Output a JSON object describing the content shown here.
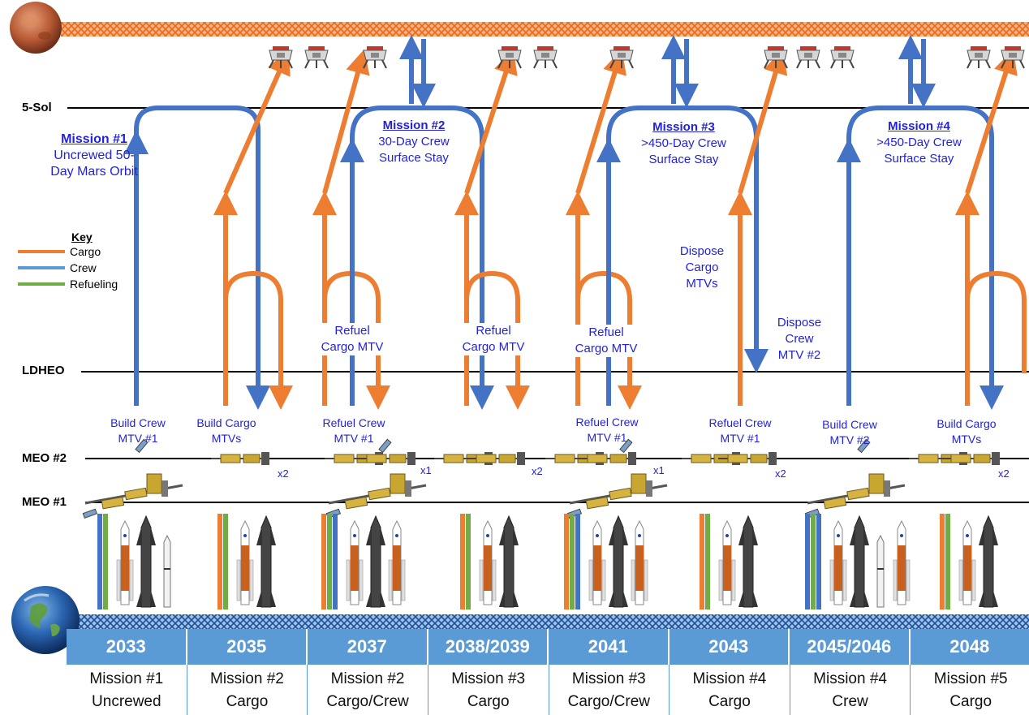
{
  "colors": {
    "cargo": "#ed7d31",
    "crew": "#4472c4",
    "refueling": "#70ad47",
    "year_bar": "#5b9bd5",
    "label_text": "#2222dd"
  },
  "orbits": {
    "top": "5-Sol",
    "ldheo": "LDHEO",
    "meo2": "MEO #2",
    "meo1": "MEO #1"
  },
  "key": {
    "title": "Key",
    "cargo": "Cargo",
    "crew": "Crew",
    "refueling": "Refueling"
  },
  "missions": [
    {
      "title": "Mission #1",
      "line1": "Uncrewed 50-",
      "line2": "Day Mars Orbit"
    },
    {
      "title": "Mission #2",
      "line1": "30-Day Crew",
      "line2": "Surface Stay"
    },
    {
      "title": "Mission #3",
      "line1": ">450-Day Crew",
      "line2": "Surface Stay"
    },
    {
      "title": "Mission #4",
      "line1": ">450-Day Crew",
      "line2": "Surface Stay"
    }
  ],
  "mid_labels": {
    "refuel1": [
      "Refuel",
      "Cargo MTV"
    ],
    "refuel2": [
      "Refuel",
      "Cargo MTV"
    ],
    "refuel3": [
      "Refuel",
      "Cargo MTV"
    ],
    "dispose_cargo": [
      "Dispose",
      "Cargo",
      "MTVs"
    ],
    "dispose_crew": [
      "Dispose",
      "Crew",
      "MTV #2"
    ]
  },
  "build_labels": [
    [
      "Build Crew",
      "MTV #1"
    ],
    [
      "Build Cargo",
      "MTVs"
    ],
    [
      "Refuel Crew",
      "MTV  #1"
    ],
    [
      "Refuel Crew",
      "MTV  #1"
    ],
    [
      "Refuel Crew",
      "MTV #1"
    ],
    [
      "Build Crew",
      "MTV #2"
    ],
    [
      "Build Cargo",
      "MTVs"
    ]
  ],
  "multipliers": [
    "x2",
    "x1",
    "x2",
    "x1",
    "x2",
    "x2"
  ],
  "years": [
    "2033",
    "2035",
    "2037",
    "2038/2039",
    "2041",
    "2043",
    "2045/2046",
    "2048"
  ],
  "descriptions": [
    [
      "Mission #1",
      "Uncrewed"
    ],
    [
      "Mission #2",
      "Cargo"
    ],
    [
      "Mission #2",
      "Cargo/Crew"
    ],
    [
      "Mission #3",
      "Cargo"
    ],
    [
      "Mission #3",
      "Cargo/Crew"
    ],
    [
      "Mission #4",
      "Cargo"
    ],
    [
      "Mission #4",
      "Crew"
    ],
    [
      "Mission #5",
      "Cargo"
    ]
  ]
}
